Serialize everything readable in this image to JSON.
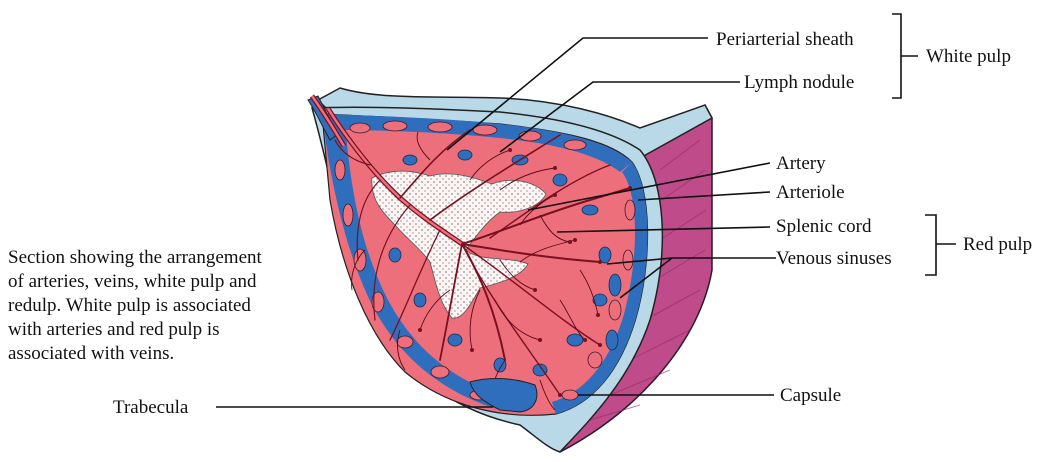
{
  "labels": {
    "periarterial_sheath": "Periarterial sheath",
    "lymph_nodule": "Lymph nodule",
    "white_pulp": "White pulp",
    "artery": "Artery",
    "arteriole": "Arteriole",
    "splenic_cord": "Splenic cord",
    "venous_sinuses": "Venous sinuses",
    "red_pulp": "Red pulp",
    "capsule": "Capsule",
    "trabecula": "Trabecula"
  },
  "caption_lines": [
    "Section showing the arrangement",
    "of arteries, veins, white pulp and",
    "redulp. White pulp is associated",
    "with arteries and red pulp is",
    "associated with veins."
  ],
  "colors": {
    "red_pulp": "#ee6f7c",
    "veins": "#2f6ebc",
    "capsule": "#b9d8e8",
    "capsule_side": "#c04b8a",
    "white_pulp": "#fdf4f4",
    "vessels": "#7a1020",
    "lines": "#111111"
  }
}
